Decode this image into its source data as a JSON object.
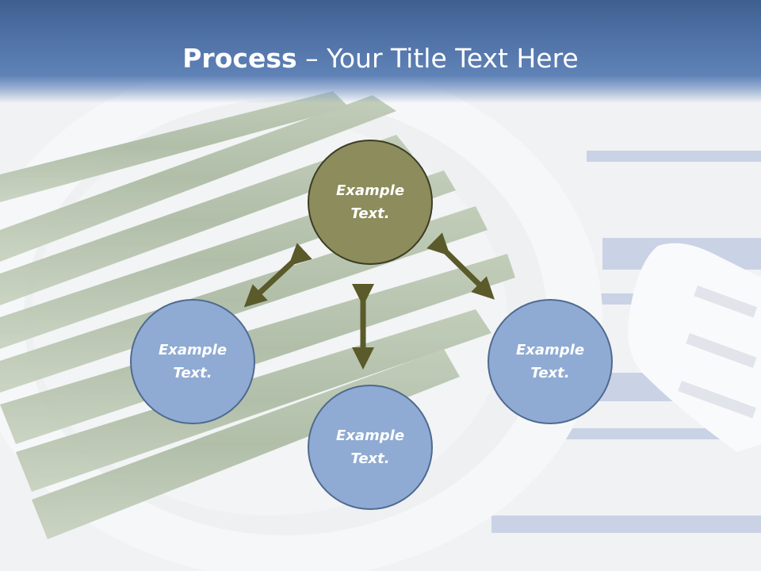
{
  "title": {
    "bold_part": "Process",
    "rest": " – Your Title Text Here"
  },
  "colors": {
    "title_band": "#4d6fa3",
    "center_node_fill": "#8c8c5c",
    "center_node_border": "#3c3c24",
    "outer_node_fill": "#8fabd3",
    "outer_node_border": "#4f6a90",
    "arrow": "#5a5a2a"
  },
  "nodes": {
    "top": {
      "line1": "Example",
      "line2": "Text."
    },
    "left": {
      "line1": "Example",
      "line2": "Text."
    },
    "right": {
      "line1": "Example",
      "line2": "Text."
    },
    "bottom": {
      "line1": "Example",
      "line2": "Text."
    }
  }
}
